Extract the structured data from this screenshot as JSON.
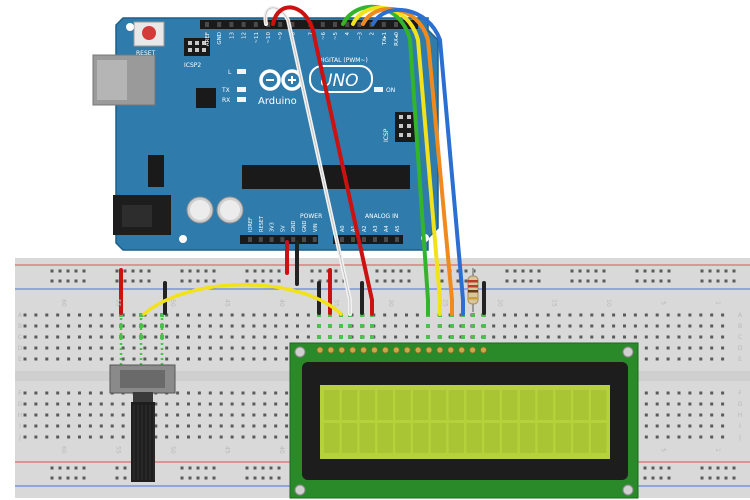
{
  "diagram": {
    "arduino": {
      "reset_label": "RESET",
      "icsp2_label": "ICSP2",
      "icsp_label": "ICSP",
      "led_l": "L",
      "led_tx": "TX",
      "led_rx": "RX",
      "on_label": "ON",
      "uno_label": "UNO",
      "brand_label": "Arduino",
      "digital_label": "DIGITAL (PWM~)",
      "power_label": "POWER",
      "analog_label": "ANALOG IN",
      "digital_pins": [
        "AREF",
        "GND",
        "13",
        "12",
        "~11",
        "~10",
        "~9",
        "8",
        "7",
        "~6",
        "~5",
        "4",
        "~3",
        "2",
        "TX▸1",
        "RX◂0"
      ],
      "power_pins": [
        "IOREF",
        "RESET",
        "3V3",
        "5V",
        "GND",
        "GND",
        "VIN"
      ],
      "analog_pins": [
        "A0",
        "A1",
        "A2",
        "A3",
        "A4",
        "A5"
      ]
    },
    "breadboard": {
      "column_numbers": [
        "60",
        "55",
        "50",
        "45",
        "40",
        "35",
        "30",
        "25",
        "20",
        "15",
        "10",
        "5",
        "1"
      ],
      "row_letters_top": [
        "A",
        "B",
        "C",
        "D",
        "E"
      ],
      "row_letters_bottom": [
        "F",
        "G",
        "H",
        "I",
        "J"
      ]
    },
    "colors": {
      "pcb": "#2f7bab",
      "breadboard": "#d9d9d9",
      "lcd_board": "#2a8a2a",
      "lcd_screen": "#b6d23a",
      "wire_red": "#cc1111",
      "wire_black": "#222222",
      "wire_white": "#f2f2f2",
      "wire_yellow": "#f2e21a",
      "wire_green": "#33b52b",
      "wire_orange": "#f08a1c",
      "wire_blue": "#2a6fd1"
    },
    "components": [
      "arduino-uno",
      "breadboard",
      "potentiometer",
      "resistor",
      "lcd-16x2"
    ]
  }
}
